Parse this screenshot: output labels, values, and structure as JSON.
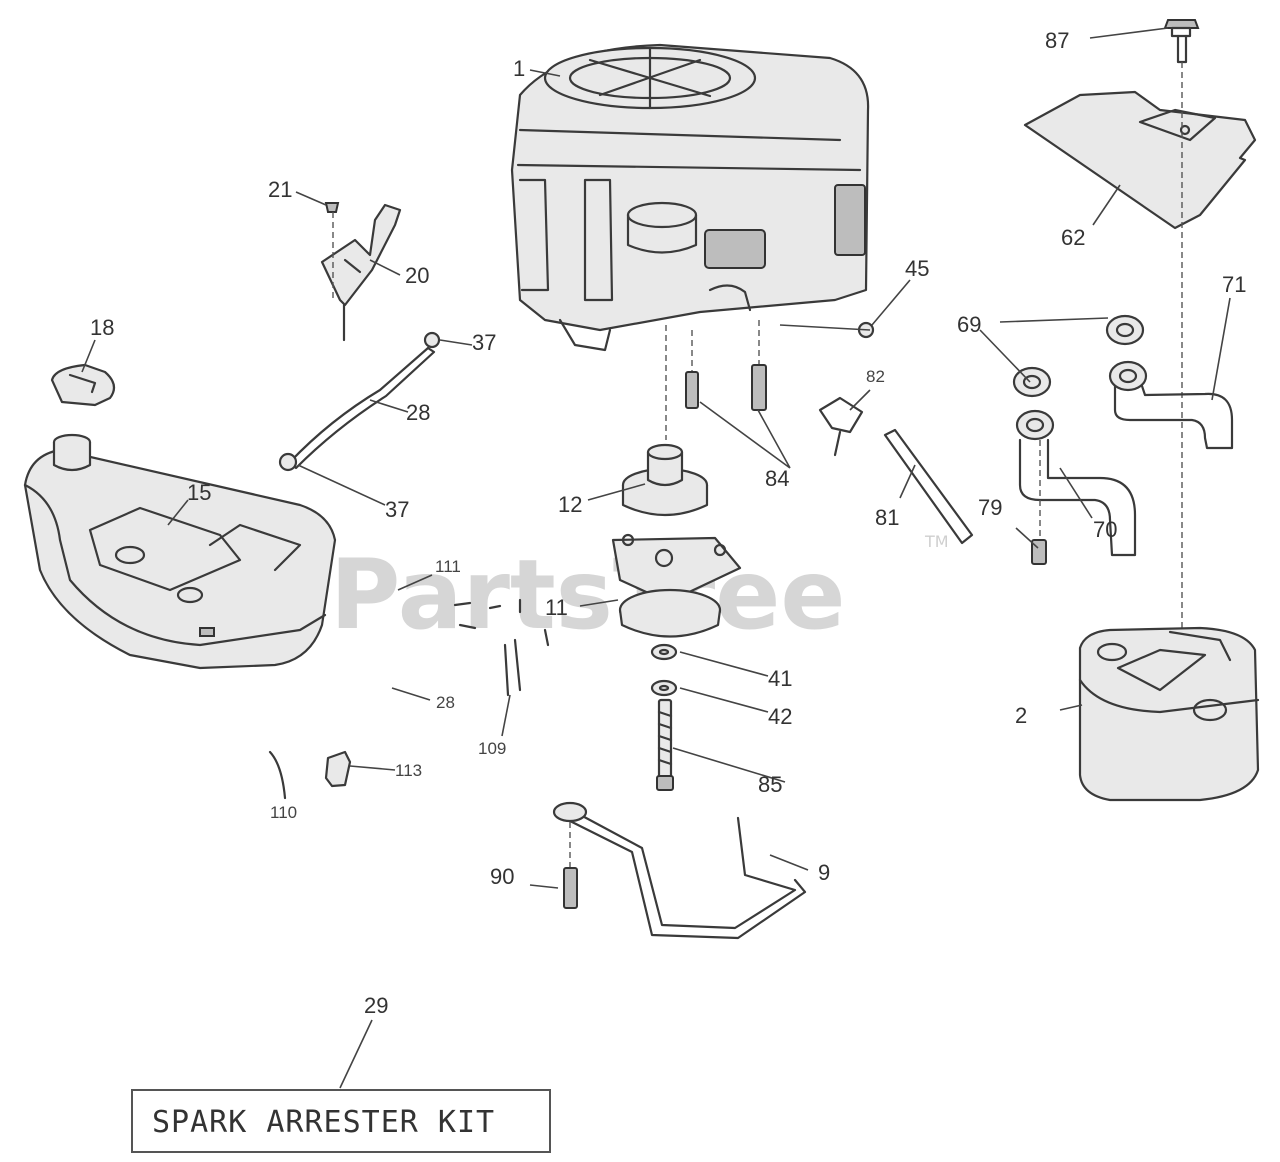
{
  "watermark": {
    "text": "PartsTree",
    "trademark": "TM"
  },
  "callouts": {
    "c1": "1",
    "c2": "2",
    "c9": "9",
    "c11": "11",
    "c12": "12",
    "c15": "15",
    "c18": "18",
    "c20": "20",
    "c21": "21",
    "c28a": "28",
    "c28b": "28",
    "c29": "29",
    "c37a": "37",
    "c37b": "37",
    "c41": "41",
    "c42": "42",
    "c45": "45",
    "c62": "62",
    "c69": "69",
    "c70": "70",
    "c71": "71",
    "c79": "79",
    "c81": "81",
    "c82": "82",
    "c84": "84",
    "c85": "85",
    "c87": "87",
    "c90": "90",
    "c109": "109",
    "c110": "110",
    "c111": "111",
    "c113": "113"
  },
  "kit": {
    "label": "SPARK ARRESTER KIT"
  }
}
